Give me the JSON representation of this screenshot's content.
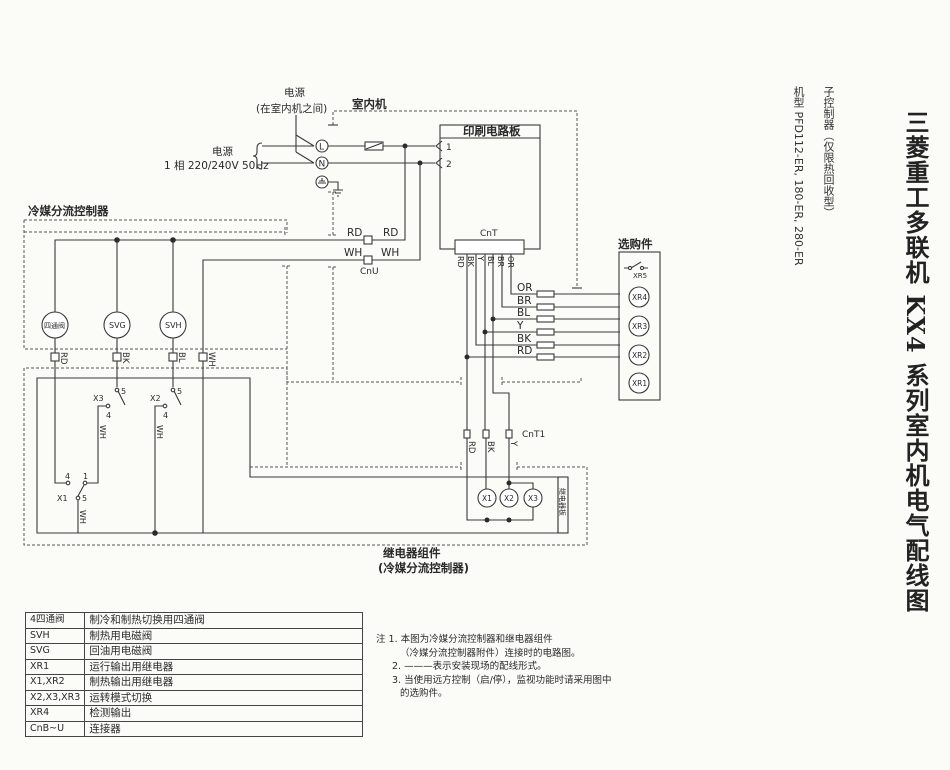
{
  "title": "三菱重工多联机 KX4 系列室内机电气配线图",
  "subtitle": "子控制器（仅限热回收型）",
  "model_line": "机型 PFD112-ER, 180-ER, 280-ER",
  "diagram": {
    "power_between_units": "电源",
    "power_between_units_note": "(在室内机之间)",
    "indoor_unit": "室内机",
    "power_supply": "电源",
    "power_spec": "1 相 220/240V 50Hz",
    "terminal_L": "L",
    "terminal_N": "N",
    "pcb": "印刷电路板",
    "pcb_pin1": "1",
    "pcb_pin2": "2",
    "cnt": "CnT",
    "cnu": "CnU",
    "cnt1": "CnT1",
    "branch_controller": "冷媒分流控制器",
    "four_way_valve": "四通阀",
    "svg": "SVG",
    "svh": "SVH",
    "relay_assembly": "继电器组件",
    "relay_assembly_note": "(冷媒分流控制器)",
    "relay_board": "继电器板",
    "optional_parts": "选购件",
    "optional_relays": [
      "XR5",
      "XR4",
      "XR3",
      "XR2",
      "XR1"
    ],
    "relays": [
      "X1",
      "X2",
      "X3"
    ],
    "switch_labels": {
      "x1": "X1",
      "x2": "X2",
      "x3": "X3",
      "p1": "1",
      "p4": "4",
      "p5": "5"
    },
    "cnu_wires": [
      "RD",
      "RD",
      "WH",
      "WH"
    ],
    "cnt_pins": [
      "RD",
      "BK",
      "Y",
      "BL",
      "BR",
      "OR"
    ],
    "option_wires": [
      "OR",
      "BR",
      "BL",
      "Y",
      "BK",
      "RD"
    ],
    "valve_wires": [
      "RD",
      "BK",
      "BL",
      "WH"
    ],
    "relay_wires": [
      "WH",
      "WH",
      "WH"
    ],
    "cnt1_wires": [
      "RD",
      "BK",
      "Y"
    ]
  },
  "legend": [
    {
      "code": "4四通阀",
      "desc": "制冷和制热切换用四通阀"
    },
    {
      "code": "SVH",
      "desc": "制热用电磁阀"
    },
    {
      "code": "SVG",
      "desc": "回油用电磁阀"
    },
    {
      "code": "XR1",
      "desc": "运行输出用继电器"
    },
    {
      "code": "X1,XR2",
      "desc": "制热输出用继电器"
    },
    {
      "code": "X2,X3,XR3",
      "desc": "运转模式切换"
    },
    {
      "code": "XR4",
      "desc": "检测输出"
    },
    {
      "code": "CnB~U",
      "desc": "连接器"
    }
  ],
  "notes": {
    "n1": "注 1. 本图为冷媒分流控制器和继电器组件",
    "n1b": "（冷媒分流控制器附件）连接时的电路图。",
    "n2": "2. ———表示安装现场的配线形式。",
    "n3": "3. 当使用远方控制（启/停），监视功能时请采用图中",
    "n3b": "的选购件。"
  }
}
